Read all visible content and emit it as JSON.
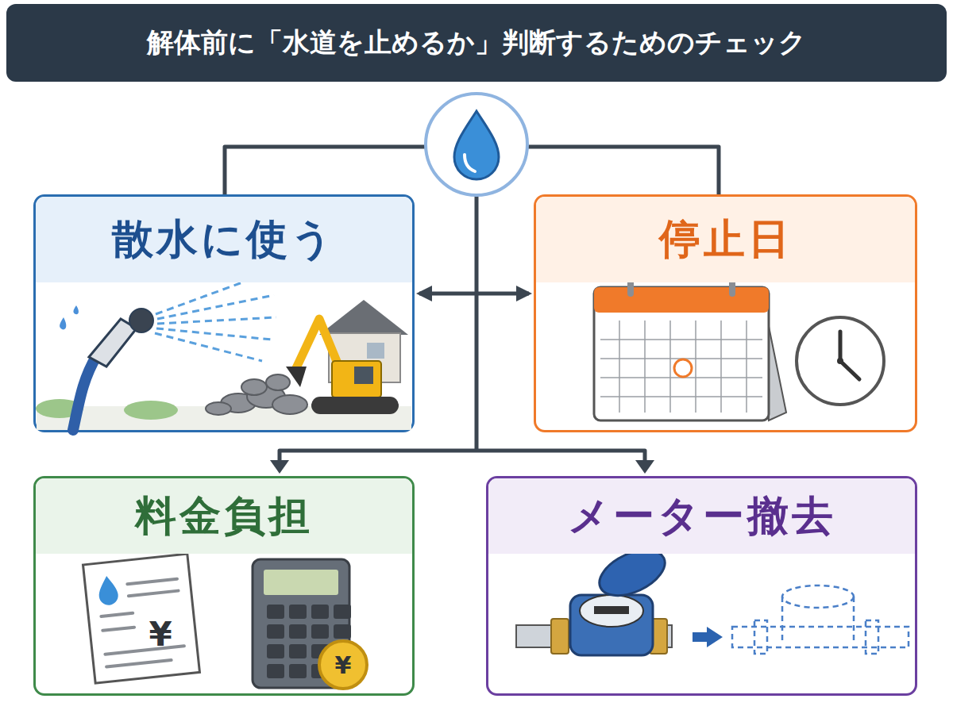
{
  "diagram": {
    "title": "解体前に「水道を止めるか」判断するためのチェック",
    "nodes": [
      {
        "text": [
          "散水に使う"
        ]
      },
      {
        "text": [
          "停止日"
        ]
      },
      {
        "text": [
          "料金負担"
        ]
      },
      {
        "text": [
          "メーター撤去"
        ]
      }
    ],
    "edges": [
      {
        "from": 0,
        "to": 1,
        "arrow": "both"
      }
    ],
    "labels": [
      "¥",
      "¥"
    ]
  }
}
